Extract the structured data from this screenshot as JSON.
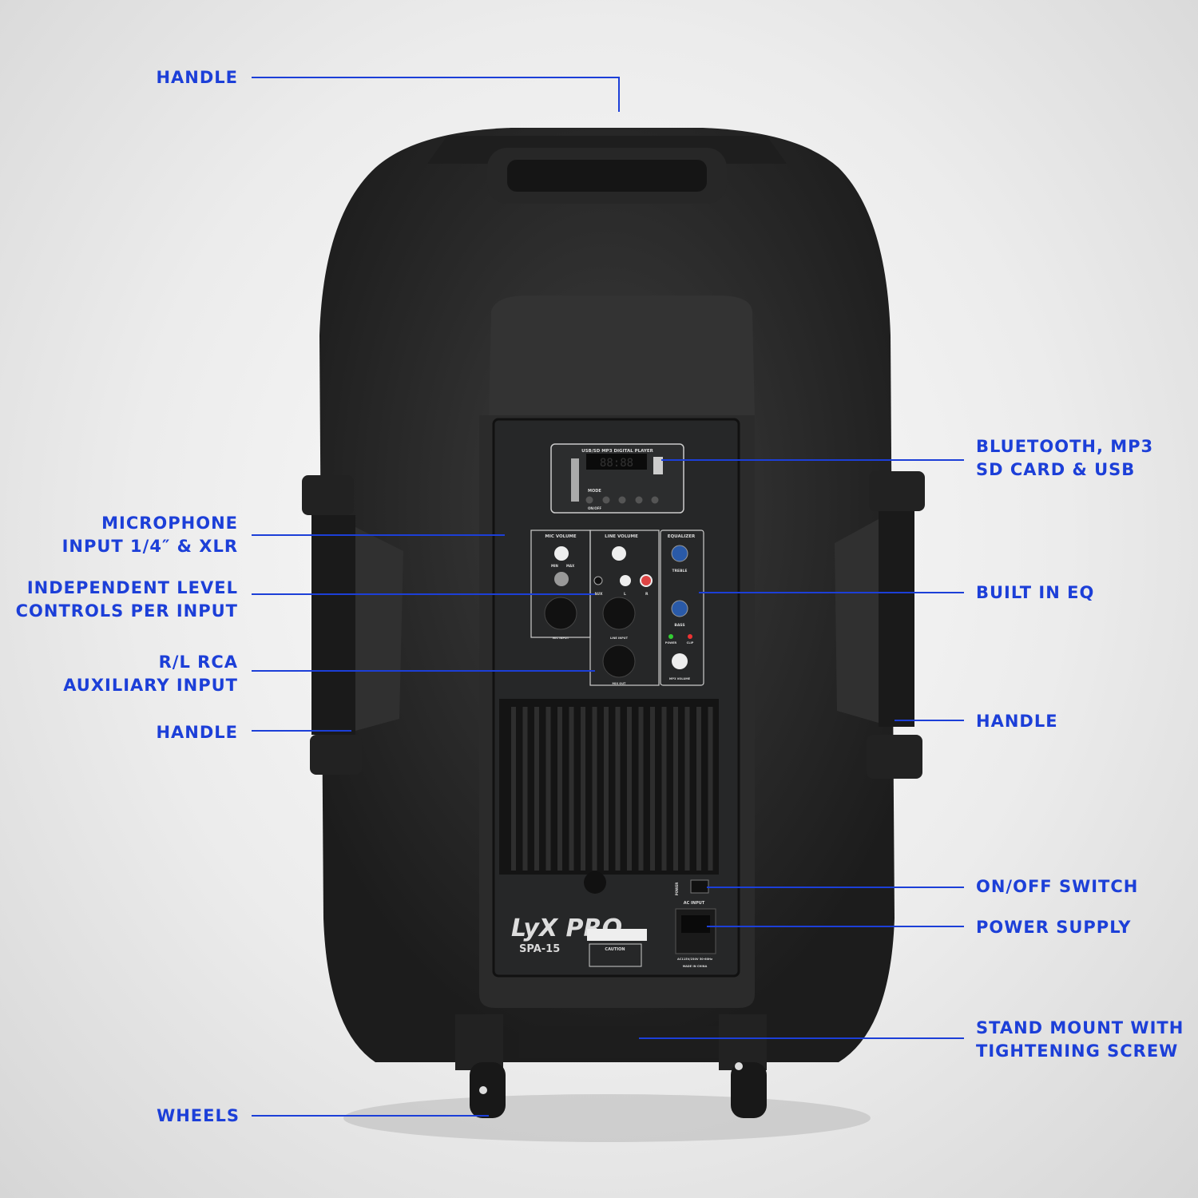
{
  "callouts": {
    "handle_top": "HANDLE",
    "microphone": [
      "MICROPHONE",
      "INPUT 1/4″ & XLR"
    ],
    "level": [
      "INDEPENDENT LEVEL",
      "CONTROLS PER INPUT"
    ],
    "rca": [
      "R/L RCA",
      "AUXILIARY INPUT"
    ],
    "handle_left": "HANDLE",
    "wheels": "WHEELS",
    "bluetooth": [
      "BLUETOOTH, MP3",
      "SD CARD & USB"
    ],
    "eq": "BUILT IN EQ",
    "handle_right": "HANDLE",
    "onoff": "ON/OFF SWITCH",
    "power_supply": "POWER SUPPLY",
    "stand": [
      "STAND MOUNT WITH",
      "TIGHTENING SCREW"
    ]
  },
  "panel": {
    "player_title": "USB/SD MP3 DIGITAL PLAYER",
    "display": "88:88",
    "mode": "MODE",
    "on_off": "ON/OFF",
    "mic_volume": "MIC VOLUME",
    "line_volume": "LINE VOLUME",
    "equalizer": "EQUALIZER",
    "min": "MIN",
    "max": "MAX",
    "aux": "AUX",
    "l": "L",
    "r": "R",
    "treble": "TREBLE",
    "bass": "BASS",
    "power_led": "POWER",
    "clip_led": "CLIP",
    "mp3_volume": "MP3 VOLUME",
    "mic_input": "MIC INPUT",
    "line_input": "LINE INPUT",
    "mix_out": "MIX OUT",
    "power_switch": "POWER",
    "ac_input": "AC INPUT",
    "voltage": "AC115V/230V 50-60Hz",
    "made_in": "MADE IN CHINA",
    "caution": "CAUTION",
    "logo": "LyX PRO",
    "model": "SPA-15"
  },
  "colors": {
    "callout": "#1c3fd8",
    "speaker": "#2e2e2e",
    "panel": "#262728"
  }
}
